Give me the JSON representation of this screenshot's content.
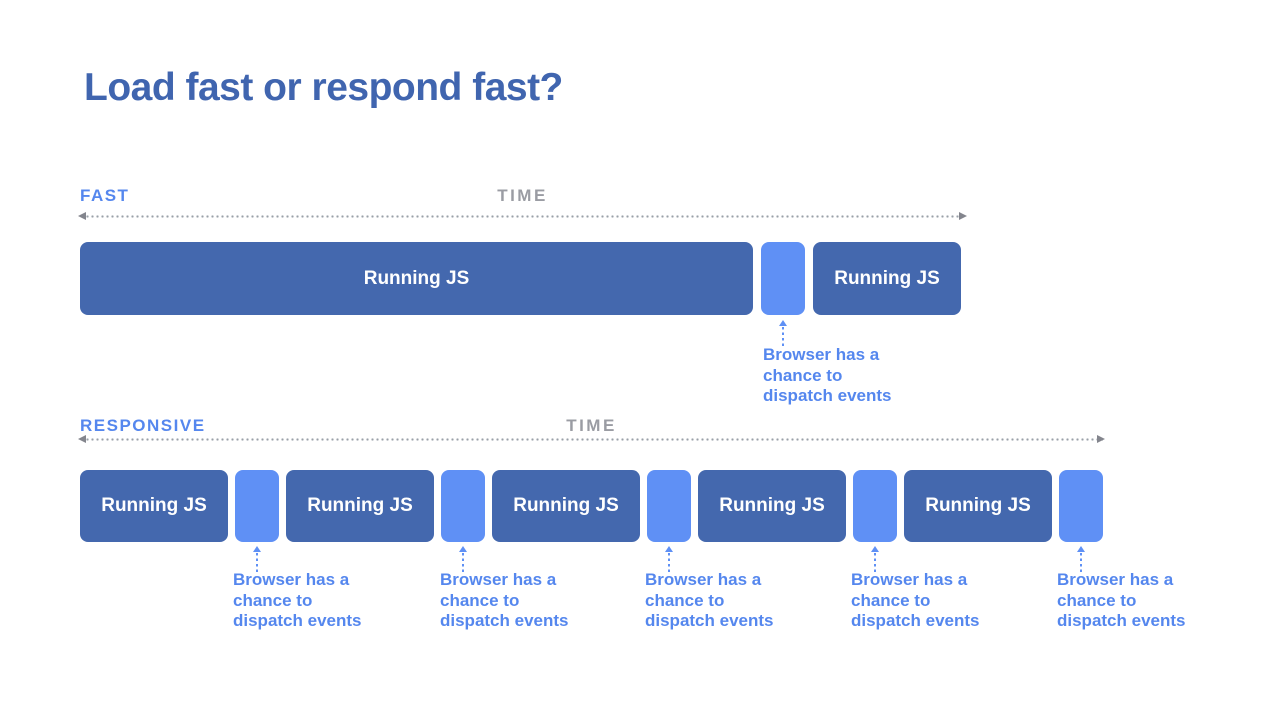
{
  "slide": {
    "title": "Load fast or respond fast?"
  },
  "fast": {
    "label": "FAST",
    "time_label": "TIME",
    "segments": [
      {
        "kind": "running",
        "label": "Running JS"
      },
      {
        "kind": "idle"
      },
      {
        "kind": "running",
        "label": "Running JS"
      }
    ]
  },
  "responsive": {
    "label": "RESPONSIVE",
    "time_label": "TIME",
    "segments": [
      {
        "kind": "running",
        "label": "Running JS"
      },
      {
        "kind": "idle"
      },
      {
        "kind": "running",
        "label": "Running JS"
      },
      {
        "kind": "idle"
      },
      {
        "kind": "running",
        "label": "Running JS"
      },
      {
        "kind": "idle"
      },
      {
        "kind": "running",
        "label": "Running JS"
      },
      {
        "kind": "idle"
      },
      {
        "kind": "running",
        "label": "Running JS"
      },
      {
        "kind": "idle"
      }
    ]
  },
  "annotation": {
    "lines": [
      "Browser has a",
      "chance to",
      "dispatch events"
    ]
  },
  "colors": {
    "title_text": "#4065af",
    "running_bar": "#4468ae",
    "idle_block": "#5f90f5",
    "accent_text": "#5587ee",
    "time_axis": "#9a9ca3",
    "background": "#ffffff"
  }
}
